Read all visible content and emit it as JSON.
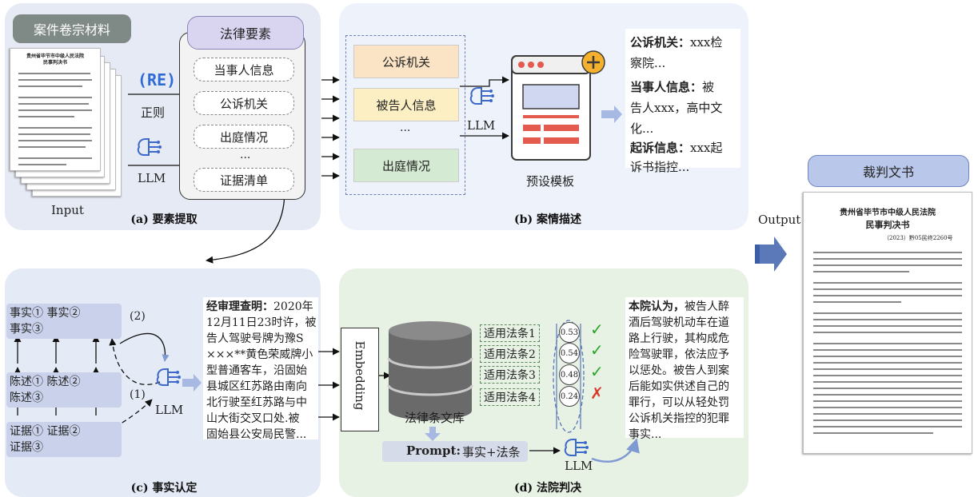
{
  "panel_a": {
    "header_left": "案件卷宗材料",
    "header_right": "法律要素",
    "items": [
      "当事人信息",
      "公诉机关",
      "出庭情况",
      "...",
      "证据清单"
    ],
    "doc_title_1": "贵州省毕节市中级人民法院",
    "doc_title_2": "民事判决书",
    "input_label": "Input",
    "regex_icon": "(RE)",
    "regex_label": "正则",
    "llm_label": "LLM",
    "caption_tag": "(a)",
    "caption": "要素提取"
  },
  "panel_b": {
    "fields": [
      "公诉机关",
      "被告人信息",
      "...",
      "出庭情况"
    ],
    "llm_label": "LLM",
    "template_label": "预设模板",
    "description": [
      {
        "key": "公诉机关：",
        "lines": [
          "xxx检",
          "察院..."
        ]
      },
      {
        "key": "当事人信息：",
        "lines": [
          "被",
          "告人xxx，高中文",
          "化..."
        ]
      },
      {
        "key": "起诉信息：",
        "lines": [
          "xxx起",
          "诉书指控..."
        ]
      }
    ],
    "caption_tag": "(b)",
    "caption": "案情描述"
  },
  "output": {
    "label": "Output",
    "header": "裁判文书",
    "court": "贵州省毕节市中级人民法院",
    "doc_type": "民事判决书",
    "case_no": "（2023）黔05民终2260号"
  },
  "panel_c": {
    "rows": [
      {
        "a": "事实①",
        "b": "事实②",
        "c": "事实③"
      },
      {
        "a": "陈述①",
        "b": "陈述②",
        "c": "陈述③"
      },
      {
        "a": "证据①",
        "b": "证据②",
        "c": "证据③"
      }
    ],
    "step1": "(1)",
    "step2": "(2)",
    "llm_label": "LLM",
    "finding_key": "经审理查明：",
    "finding_lines": [
      "2020年",
      "12月11日23时许，被",
      "告人驾驶号牌为豫S",
      "×××**黄色荣威牌小",
      "型普通客车，沿固始",
      "县城区红苏路由南向",
      "北行驶至红苏路与中",
      "山大街交叉口处.被",
      "固始县公安局民警..."
    ],
    "caption_tag": "(c)",
    "caption": "事实认定"
  },
  "panel_d": {
    "embedding": "Embedding",
    "db_label": "法律条文库",
    "laws": [
      "适用法条1",
      "适用法条2",
      "适用法条3",
      "适用法条4"
    ],
    "scores": [
      "0.53",
      "0.54",
      "0.48",
      "0.24"
    ],
    "checks": [
      "✓",
      "✓",
      "✓",
      "✗"
    ],
    "prompt_key": "Prompt:",
    "prompt_val": "事实+法条",
    "llm_label": "LLM",
    "verdict_key": "本院认为，",
    "verdict_lines": [
      "被告人醉",
      "酒后驾驶机动车在道",
      "路上行驶，其构成危",
      "险驾驶罪，依法应予",
      "以惩处。被告人到案",
      "后能如实供述自己的",
      "罪行，可以从轻处罚",
      "公诉机关指控的犯罪",
      "事实..."
    ],
    "caption_tag": "(d)",
    "caption": "法院判决"
  },
  "colors": {
    "check": "#2aa52a",
    "cross": "#d9382b",
    "arrow_blue": "#7f9ad3",
    "field_orange": "#fbe3c6",
    "field_yellow": "#fcefc4",
    "field_green": "#d5ead2"
  }
}
